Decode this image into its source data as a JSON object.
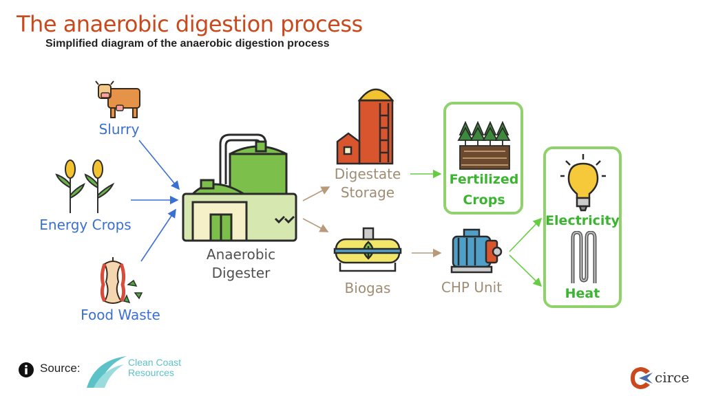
{
  "header": {
    "title": "The anaerobic digestion process",
    "subtitle": "Simplified diagram of the anaerobic digestion process"
  },
  "inputs": {
    "slurry": "Slurry",
    "energy_crops": "Energy Crops",
    "food_waste": "Food Waste"
  },
  "digester": {
    "line1": "Anaerobic",
    "line2": "Digester"
  },
  "digestate": {
    "line1": "Digestate",
    "line2": "Storage"
  },
  "biogas": "Biogas",
  "chp": "CHP Unit",
  "fertilized": {
    "line1": "Fertilized",
    "line2": "Crops"
  },
  "outputs": {
    "electricity": "Electricity",
    "heat": "Heat"
  },
  "footer": {
    "source_label": "Source:",
    "logo_line1": "Clean Coast",
    "logo_line2": "Resources",
    "brand": "circe"
  },
  "colors": {
    "title": "#c9481c",
    "input_text": "#3a6fd4",
    "green_box": "#8fd16a",
    "digester_green": "#6aa84f",
    "arrow_blue": "#3a6fd4",
    "arrow_tan": "#b89a7a",
    "arrow_green": "#66cc44"
  }
}
